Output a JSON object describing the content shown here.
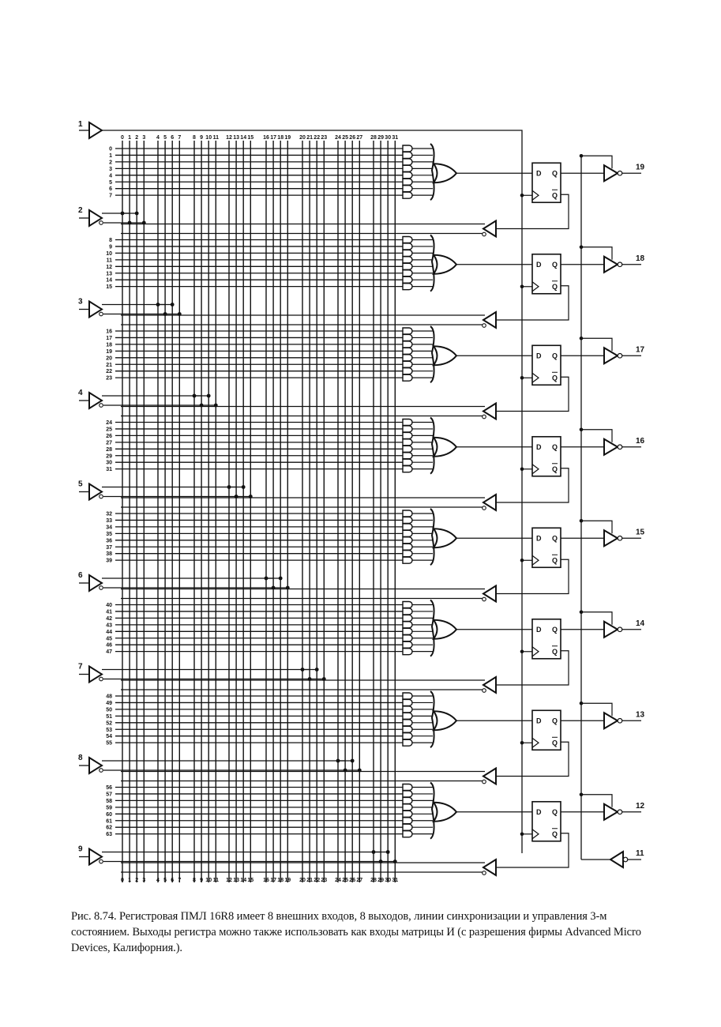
{
  "figure": {
    "title": "PAL 16R8 registered logic diagram",
    "column_labels": [
      "0",
      "1",
      "2",
      "3",
      "4",
      "5",
      "6",
      "7",
      "8",
      "9",
      "10",
      "11",
      "12",
      "13",
      "14",
      "15",
      "16",
      "17",
      "18",
      "19",
      "20",
      "21",
      "22",
      "23",
      "24",
      "25",
      "26",
      "27",
      "28",
      "29",
      "30",
      "31"
    ],
    "input_pins": [
      "1",
      "2",
      "3",
      "4",
      "5",
      "6",
      "7",
      "8",
      "9"
    ],
    "output_pins": [
      "19",
      "18",
      "17",
      "16",
      "15",
      "14",
      "13",
      "12"
    ],
    "oe_pin": "11",
    "product_term_count": 64,
    "terms_per_output": 8,
    "flipflop": {
      "d_label": "D",
      "q_label": "Q",
      "qbar_label": "Q"
    }
  },
  "caption": "Рис. 8.74. Регистровая ПМЛ 16R8 имеет 8 внешних входов, 8 выходов, линии синхронизации и управления 3-м состоянием. Выходы регистра можно также использовать как входы матрицы И (с разрешения фирмы Advanced Micro Devices, Калифорния.)."
}
